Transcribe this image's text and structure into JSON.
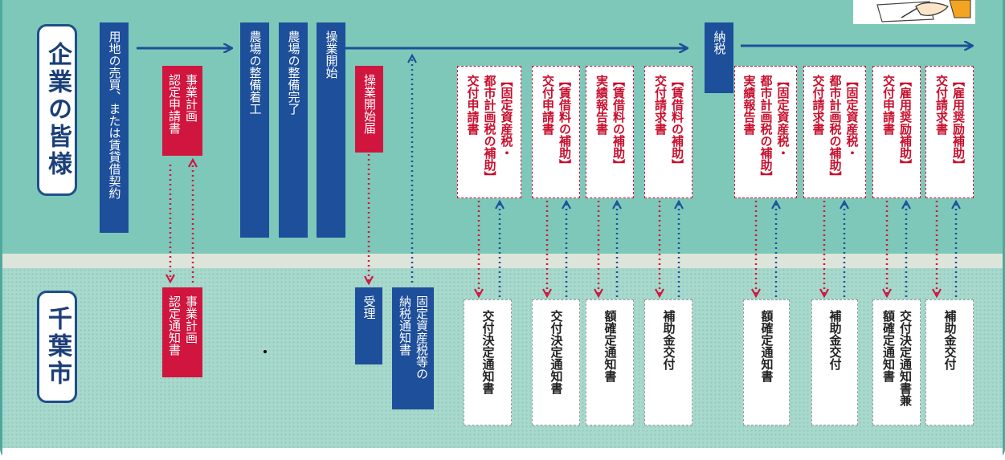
{
  "parties": {
    "company": "企業の皆様",
    "city": "千葉市"
  },
  "company_steps": {
    "s1": "用地の売買、または賃貸借契約",
    "s2": "事業計画\n認定申請書",
    "s3": "農場の整備着工",
    "s4": "農場の整備完了",
    "s5": "操業開始",
    "s6": "操業開始届",
    "s7": "納税"
  },
  "company_docs": {
    "d1": "【固定資産税・\n都市計画税の補助】\n交付申請書",
    "d2": "【賃借料の補助】\n交付申請書",
    "d3": "【賃借料の補助】\n実績報告書",
    "d4": "【賃借料の補助】\n交付請求書",
    "d5": "【固定資産税・\n都市計画税の補助】\n実績報告書",
    "d6": "【固定資産税・\n都市計画税の補助】\n交付請求書",
    "d7": "【雇用奨励補助】\n交付申請書",
    "d8": "【雇用奨励補助】\n交付請求書"
  },
  "city_steps": {
    "c1": "事業計画\n認定通知書",
    "c2": "受理",
    "c3": "固定資産税等の\n納税通知書"
  },
  "city_docs": {
    "n1": "交付決定通知書",
    "n2": "交付決定通知書",
    "n3": "額確定通知書",
    "n4": "補助金交付",
    "n5": "額確定通知書",
    "n6": "補助金交付",
    "n7": "交付決定通知書兼\n額確定通知書",
    "n8": "補助金交付"
  },
  "colors": {
    "arrow_blue": "#1d4f9a",
    "accent_red": "#d0153e",
    "band_top": "#7ec8b9",
    "band_bottom": "#a9d8cd"
  }
}
